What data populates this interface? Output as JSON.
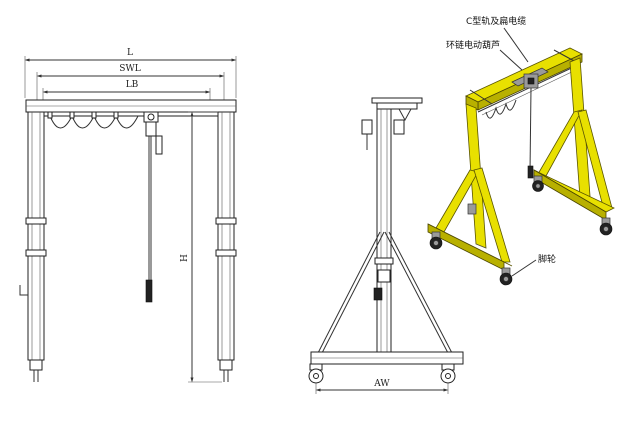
{
  "front_view": {
    "dim_L": "L",
    "dim_SWL": "SWL",
    "dim_LB": "LB",
    "dim_H": "H"
  },
  "side_view": {
    "dim_AW": "AW"
  },
  "iso_view": {
    "label_rail_cable": "C型轨及扁电缆",
    "label_hoist": "环链电动葫芦",
    "label_caster": "脚轮"
  },
  "colors": {
    "frame_yellow": "#e8e000",
    "line": "#333333"
  }
}
